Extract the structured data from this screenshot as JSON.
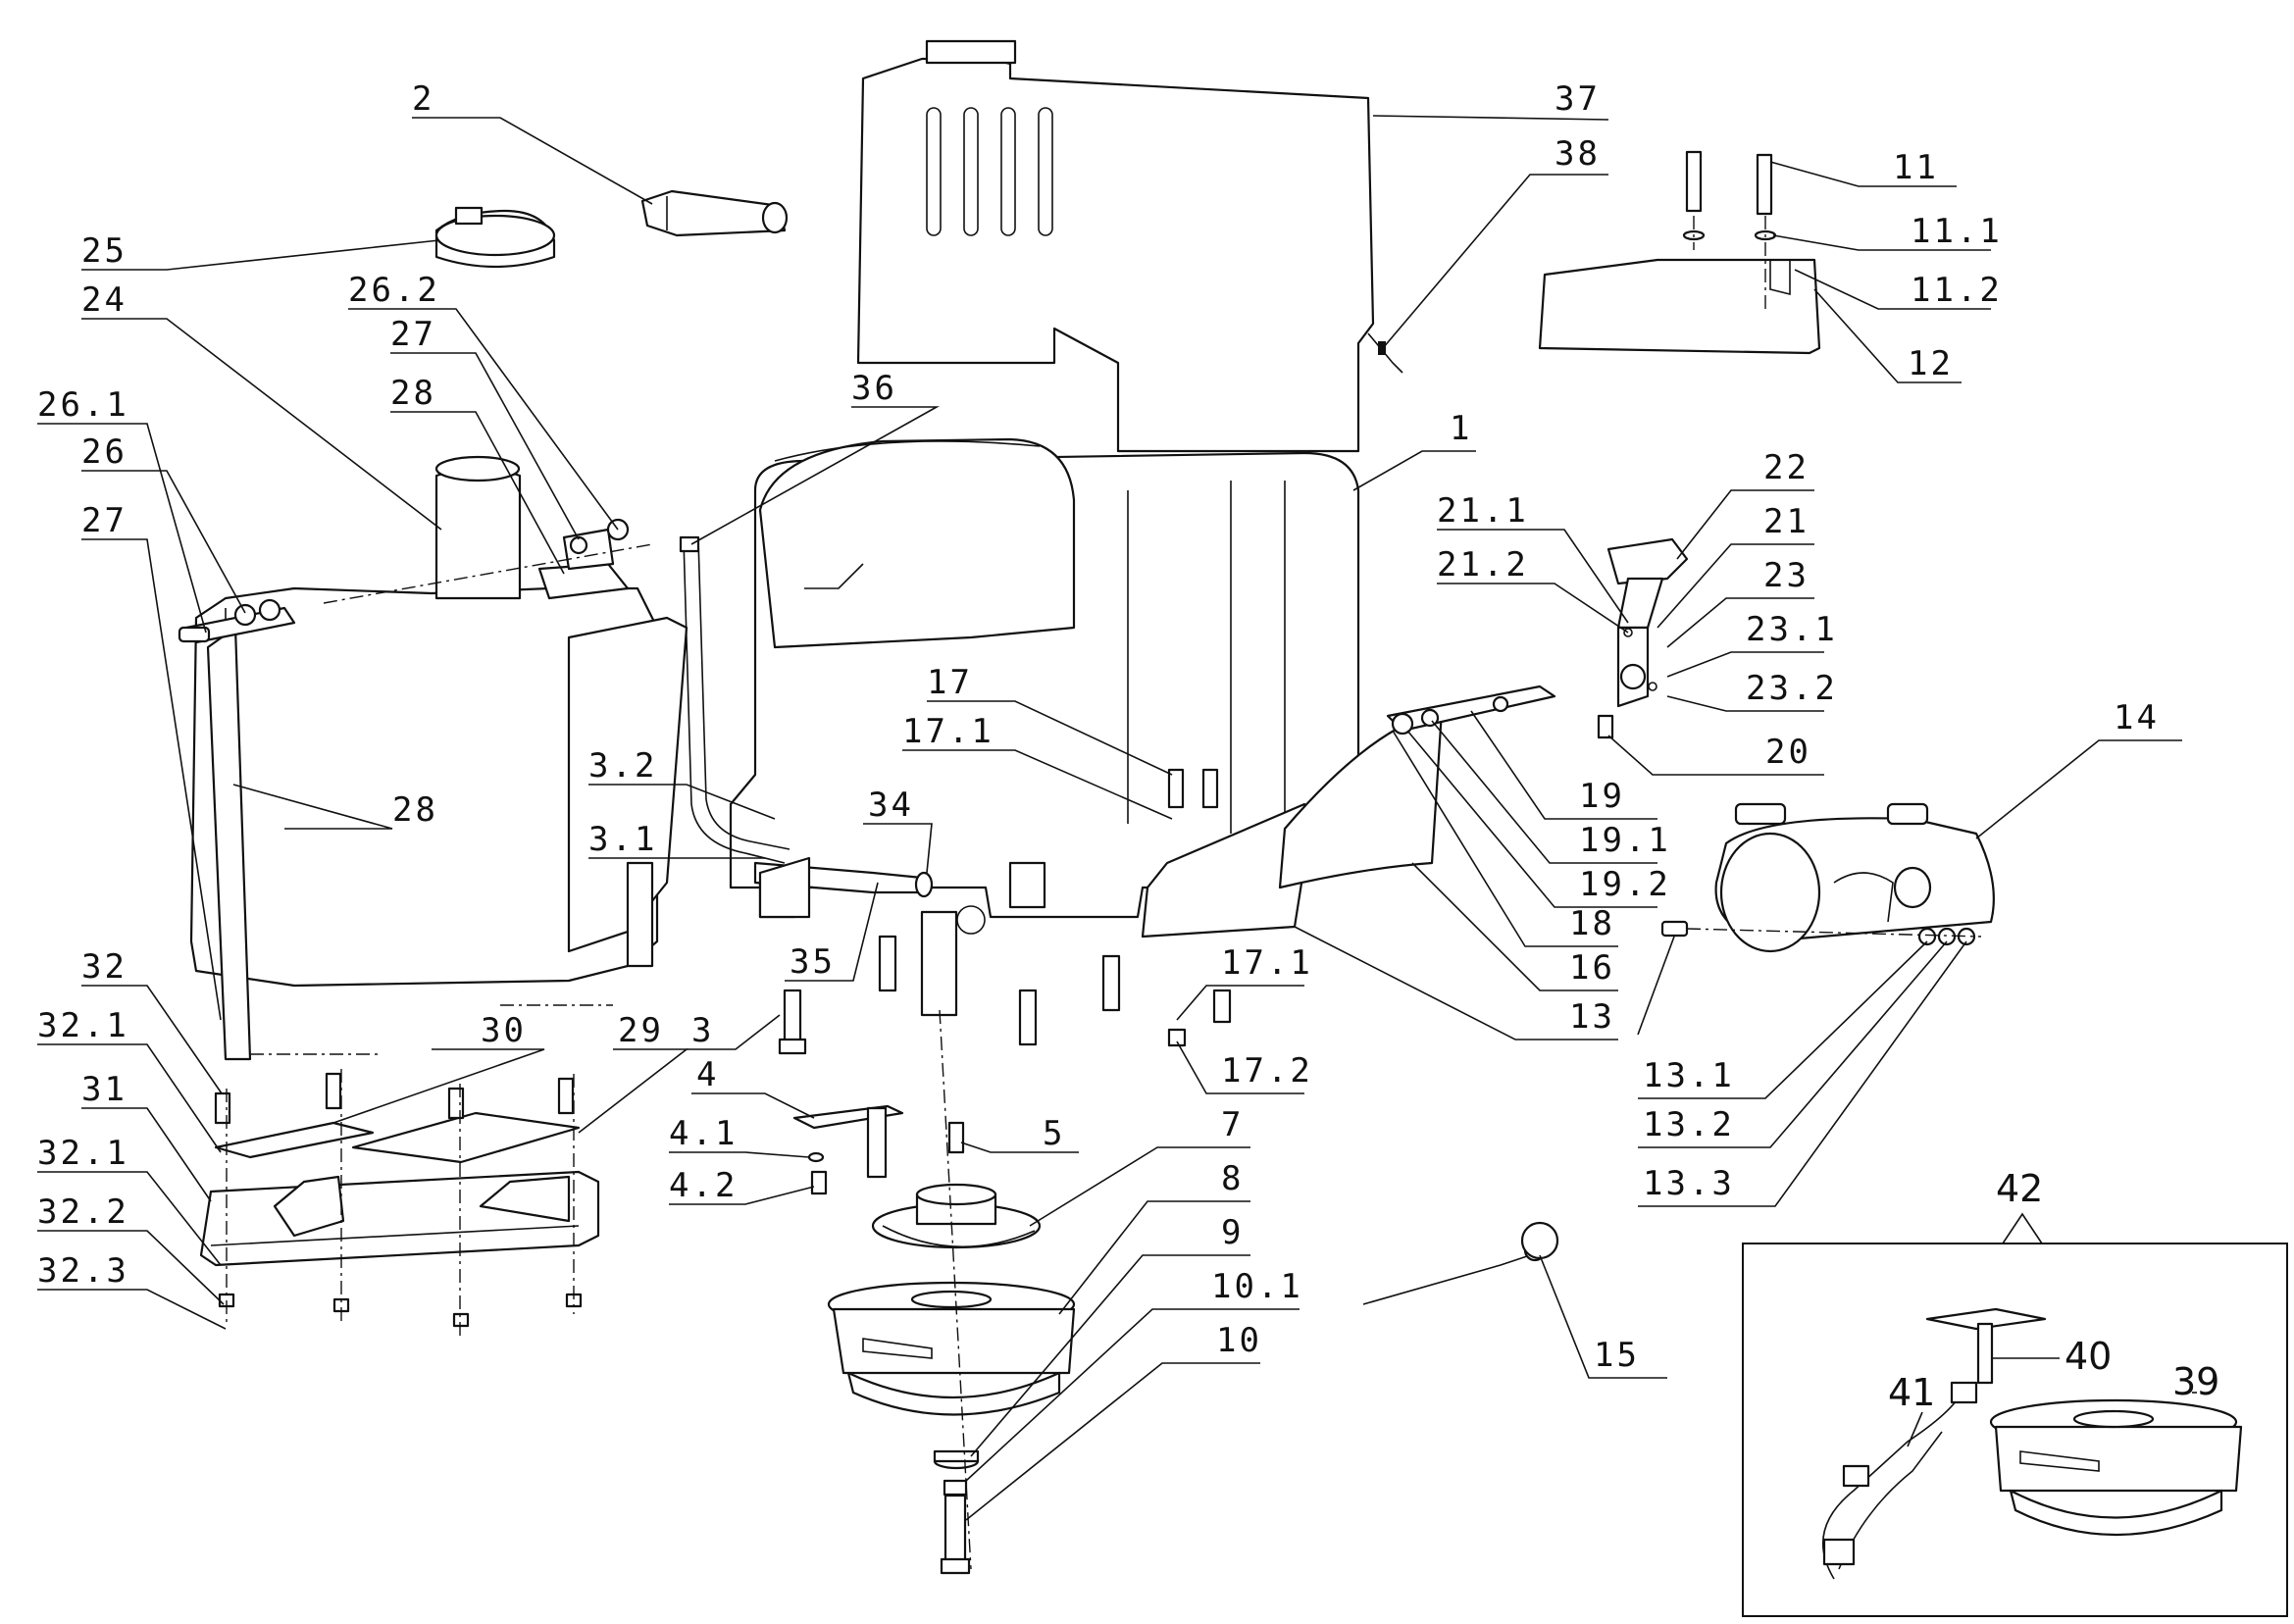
{
  "callouts": [
    {
      "id": "c2",
      "label": "2"
    },
    {
      "id": "c25",
      "label": "25"
    },
    {
      "id": "c24",
      "label": "24"
    },
    {
      "id": "c26-2",
      "label": "26.2"
    },
    {
      "id": "c27a",
      "label": "27"
    },
    {
      "id": "c28a",
      "label": "28"
    },
    {
      "id": "c26-1",
      "label": "26.1"
    },
    {
      "id": "c26",
      "label": "26"
    },
    {
      "id": "c27b",
      "label": "27"
    },
    {
      "id": "c28b",
      "label": "28"
    },
    {
      "id": "c32",
      "label": "32"
    },
    {
      "id": "c32-1a",
      "label": "32.1"
    },
    {
      "id": "c31",
      "label": "31"
    },
    {
      "id": "c32-1b",
      "label": "32.1"
    },
    {
      "id": "c32-2",
      "label": "32.2"
    },
    {
      "id": "c32-3",
      "label": "32.3"
    },
    {
      "id": "c30",
      "label": "30"
    },
    {
      "id": "c29",
      "label": "29"
    },
    {
      "id": "c36",
      "label": "36"
    },
    {
      "id": "c3-2",
      "label": "3.2"
    },
    {
      "id": "c3-1",
      "label": "3.1"
    },
    {
      "id": "c34",
      "label": "34"
    },
    {
      "id": "c35",
      "label": "35"
    },
    {
      "id": "c3",
      "label": "3"
    },
    {
      "id": "c4",
      "label": "4"
    },
    {
      "id": "c4-1",
      "label": "4.1"
    },
    {
      "id": "c4-2",
      "label": "4.2"
    },
    {
      "id": "c5",
      "label": "5"
    },
    {
      "id": "c7",
      "label": "7"
    },
    {
      "id": "c8",
      "label": "8"
    },
    {
      "id": "c9",
      "label": "9"
    },
    {
      "id": "c10-1",
      "label": "10.1"
    },
    {
      "id": "c10",
      "label": "10"
    },
    {
      "id": "c17",
      "label": "17"
    },
    {
      "id": "c17-1a",
      "label": "17.1"
    },
    {
      "id": "c17-1b",
      "label": "17.1"
    },
    {
      "id": "c17-2",
      "label": "17.2"
    },
    {
      "id": "c37",
      "label": "37"
    },
    {
      "id": "c38",
      "label": "38"
    },
    {
      "id": "c1",
      "label": "1"
    },
    {
      "id": "c11",
      "label": "11"
    },
    {
      "id": "c11-1",
      "label": "11.1"
    },
    {
      "id": "c11-2",
      "label": "11.2"
    },
    {
      "id": "c12",
      "label": "12"
    },
    {
      "id": "c22",
      "label": "22"
    },
    {
      "id": "c21-1",
      "label": "21.1"
    },
    {
      "id": "c21",
      "label": "21"
    },
    {
      "id": "c21-2",
      "label": "21.2"
    },
    {
      "id": "c23",
      "label": "23"
    },
    {
      "id": "c23-1",
      "label": "23.1"
    },
    {
      "id": "c23-2",
      "label": "23.2"
    },
    {
      "id": "c20",
      "label": "20"
    },
    {
      "id": "c19",
      "label": "19"
    },
    {
      "id": "c19-1",
      "label": "19.1"
    },
    {
      "id": "c19-2",
      "label": "19.2"
    },
    {
      "id": "c18",
      "label": "18"
    },
    {
      "id": "c16",
      "label": "16"
    },
    {
      "id": "c13",
      "label": "13"
    },
    {
      "id": "c14",
      "label": "14"
    },
    {
      "id": "c13-1",
      "label": "13.1"
    },
    {
      "id": "c13-2",
      "label": "13.2"
    },
    {
      "id": "c13-3",
      "label": "13.3"
    },
    {
      "id": "c15",
      "label": "15"
    }
  ],
  "inset": {
    "label": "42",
    "parts": [
      {
        "id": "i40",
        "label": "40"
      },
      {
        "id": "i41",
        "label": "41"
      },
      {
        "id": "i39",
        "label": "39"
      }
    ]
  }
}
